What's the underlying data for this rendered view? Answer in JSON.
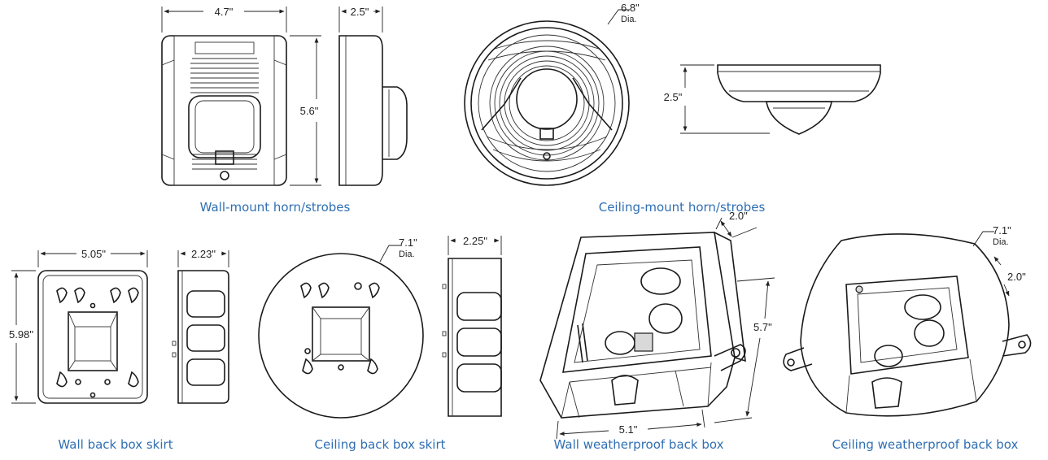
{
  "figures": [
    {
      "key": "wall_horn",
      "caption": "Wall-mount horn/strobes",
      "dims": [
        "4.7\"",
        "2.5\"",
        "5.6\""
      ]
    },
    {
      "key": "ceiling_horn",
      "caption": "Ceiling-mount horn/strobes",
      "dims": [
        "6.8\"",
        "Dia.",
        "2.5\""
      ]
    },
    {
      "key": "wall_skirt",
      "caption": "Wall back box skirt",
      "dims": [
        "5.05\"",
        "2.23\"",
        "5.98\""
      ]
    },
    {
      "key": "ceiling_skirt",
      "caption": "Ceiling back box skirt",
      "dims": [
        "7.1\"",
        "Dia.",
        "2.25\""
      ]
    },
    {
      "key": "wall_weather",
      "caption": "Wall weatherproof back box",
      "dims": [
        "2.0\"",
        "5.7\"",
        "5.1\""
      ]
    },
    {
      "key": "ceiling_weather",
      "caption": "Ceiling weatherproof back box",
      "dims": [
        "7.1\"",
        "Dia.",
        "2.0\""
      ]
    }
  ]
}
